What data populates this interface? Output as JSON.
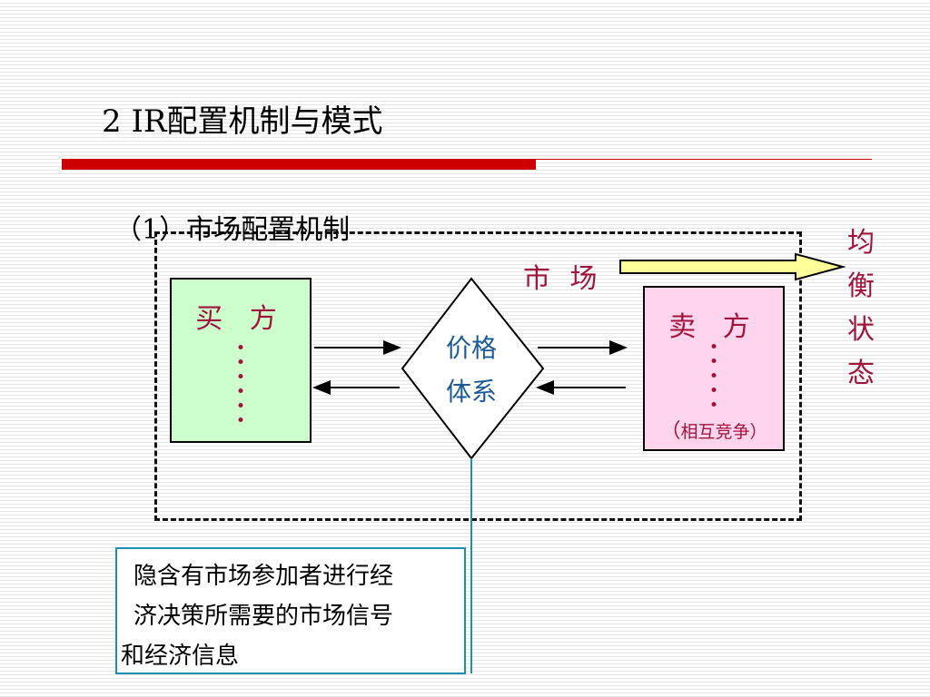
{
  "slide": {
    "title": "2 IR配置机制与模式",
    "subtitle": "（1）市场配置机制"
  },
  "diagram": {
    "market_label": "市 场",
    "buyer_label": "买 方",
    "seller_label": "卖 方",
    "seller_note_open": "（",
    "seller_note_text": "相互竞争）",
    "price_system_line1": "价格",
    "price_system_line2": "体系",
    "equilibrium_chars": [
      "均",
      "衡",
      "状",
      "态"
    ]
  },
  "note": {
    "line1": "隐含有市场参加者进行经",
    "line2": "济决策所需要的市场信号",
    "line3": "和经济信息"
  },
  "colors": {
    "accent_red": "#cc0000",
    "label_crimson": "#a0143c",
    "buyer_fill": "#ccffcc",
    "seller_fill": "#ffd5ee",
    "price_text": "#1a5a9a",
    "connector_teal": "#1e8fb0",
    "arrow_yellow": "#ffff99"
  }
}
